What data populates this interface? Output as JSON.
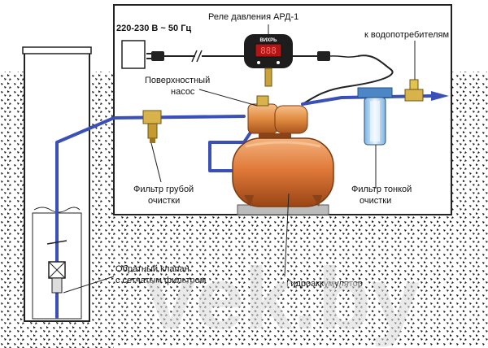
{
  "power_label": "220-230 В ~ 50 Гц",
  "relay_label": "Реле давления АРД-1",
  "relay_brand": "ВИХРЬ",
  "relay_display": "888",
  "consumers_label": "к водопотребителям",
  "pump_label_line1": "Поверхностный",
  "pump_label_line2": "насос",
  "coarse_filter_line1": "Фильтр грубой",
  "coarse_filter_line2": "очистки",
  "fine_filter_line1": "Фильтр тонкой",
  "fine_filter_line2": "очистки",
  "check_valve_line1": "Обратный клапан",
  "check_valve_line2": "с сетчатым фильтром",
  "accumulator_label": "Гидроаккумулятор",
  "watermark": "vek.by",
  "colors": {
    "pipe": "#3b4fb8",
    "tank": "#d9783a",
    "tank_dark": "#a54f1f",
    "pump": "#e08e45",
    "brass": "#d8b24a",
    "filter_blue": "#9ec8ea",
    "ground": "#222222"
  }
}
